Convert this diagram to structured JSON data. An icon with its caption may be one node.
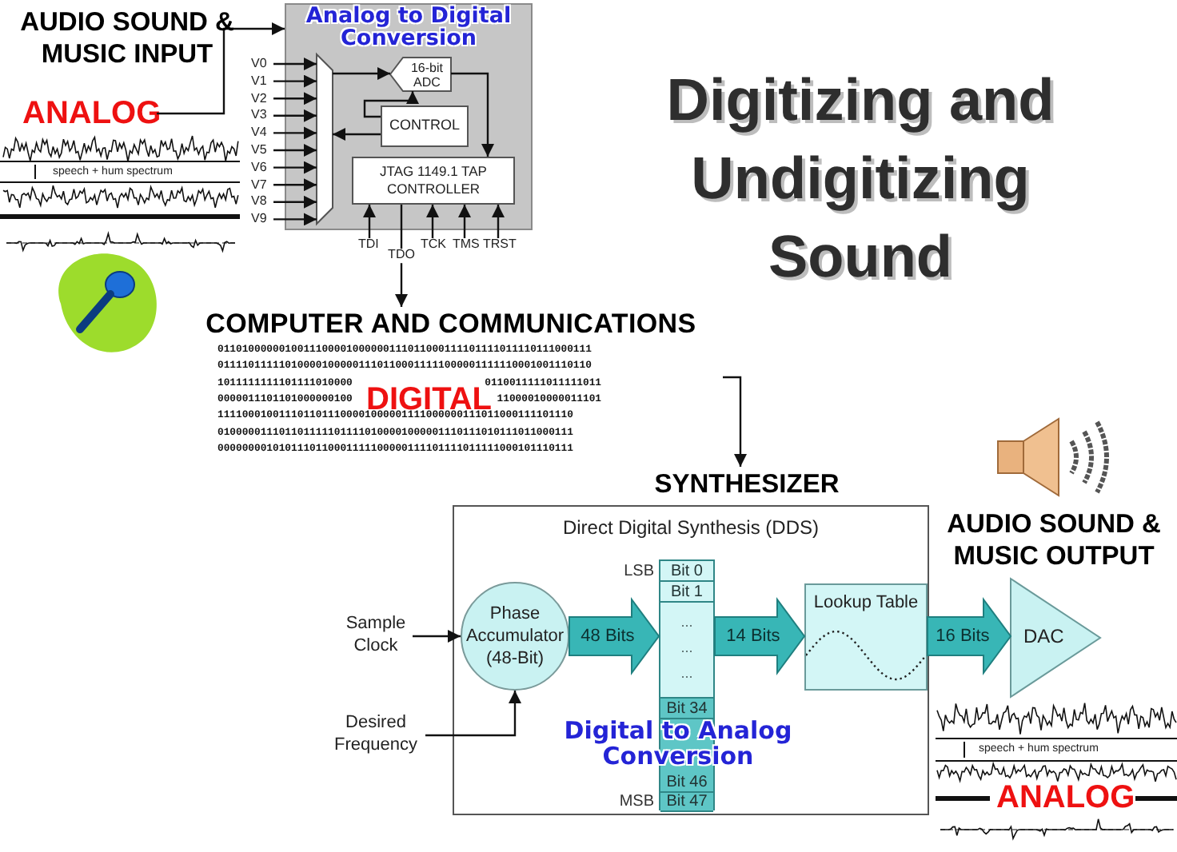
{
  "diagram": {
    "title": "Digitizing and Undigitizing Sound",
    "nodes": [
      {
        "text": [
          "Analog to Digital Conversion"
        ]
      },
      {
        "text": [
          "16-bit ADC"
        ],
        "in": 0
      },
      {
        "text": [
          "CONTROL"
        ],
        "in": 0
      },
      {
        "text": [
          "JTAG 1149.1 TAP CONTROLLER"
        ],
        "in": 0
      },
      {
        "text": [],
        "shape": "bar",
        "in": 0
      },
      {
        "text": [
          "ANALOG"
        ]
      },
      {
        "text": [
          "COMPUTER AND COMMUNICATIONS",
          "DIGITAL"
        ]
      },
      {
        "text": [
          "SYNTHESIZER",
          "Direct Digital Synthesis (DDS)"
        ]
      },
      {
        "text": [
          "Sample Clock"
        ]
      },
      {
        "text": [
          "Desired Frequency"
        ]
      },
      {
        "text": [
          "Phase Accumulator (48-Bit)"
        ],
        "in": 7
      },
      {
        "text": [
          "Bit 0",
          "Bit 1",
          "...",
          "...",
          "...",
          "Bit 34",
          "Bit 46",
          "Bit 47"
        ],
        "in": 7,
        "beside": [
          "LSB",
          "MSB"
        ]
      },
      {
        "text": [
          "Lookup Table"
        ],
        "in": 7
      },
      {
        "text": [
          "DAC"
        ]
      },
      {
        "text": [
          "V0"
        ]
      },
      {
        "text": [
          "V1"
        ]
      },
      {
        "text": [
          "V2"
        ]
      },
      {
        "text": [
          "V3"
        ]
      },
      {
        "text": [
          "V4"
        ]
      },
      {
        "text": [
          "V5"
        ]
      },
      {
        "text": [
          "V6"
        ]
      },
      {
        "text": [
          "V7"
        ]
      },
      {
        "text": [
          "V8"
        ]
      },
      {
        "text": [
          "V9"
        ]
      },
      {
        "text": [
          "TDI"
        ]
      },
      {
        "text": [
          "TCK"
        ]
      },
      {
        "text": [
          "TMS"
        ]
      },
      {
        "text": [
          "TRST"
        ]
      }
    ],
    "edges": [
      {
        "from": 5,
        "to": 0,
        "arrow": "to"
      },
      {
        "from": 14,
        "to": 4,
        "arrow": "to"
      },
      {
        "from": 15,
        "to": 4,
        "arrow": "to"
      },
      {
        "from": 16,
        "to": 4,
        "arrow": "to"
      },
      {
        "from": 17,
        "to": 4,
        "arrow": "to"
      },
      {
        "from": 18,
        "to": 4,
        "arrow": "to"
      },
      {
        "from": 19,
        "to": 4,
        "arrow": "to"
      },
      {
        "from": 20,
        "to": 4,
        "arrow": "to"
      },
      {
        "from": 21,
        "to": 4,
        "arrow": "to"
      },
      {
        "from": 22,
        "to": 4,
        "arrow": "to"
      },
      {
        "from": 23,
        "to": 4,
        "arrow": "to"
      },
      {
        "from": 4,
        "to": 1,
        "arrow": "to"
      },
      {
        "from": 1,
        "to": 3,
        "arrow": "to"
      },
      {
        "from": 2,
        "to": 4,
        "arrow": "to"
      },
      {
        "from": 2,
        "to": 1,
        "arrow": "to"
      },
      {
        "from": 24,
        "to": 3,
        "arrow": "to"
      },
      {
        "from": 25,
        "to": 3,
        "arrow": "to"
      },
      {
        "from": 26,
        "to": 3,
        "arrow": "to"
      },
      {
        "from": 27,
        "to": 3,
        "arrow": "to"
      },
      {
        "from": 3,
        "to": 6,
        "arrow": "to",
        "label": "TDO"
      },
      {
        "from": 6,
        "to": 7,
        "arrow": "to"
      },
      {
        "from": 8,
        "to": 10,
        "arrow": "to"
      },
      {
        "from": 9,
        "to": 10,
        "arrow": "to"
      },
      {
        "from": 10,
        "to": 11,
        "arrow": "to",
        "label": "48 Bits",
        "style": "thick",
        "color": "#38b6b6"
      },
      {
        "from": 11,
        "to": 12,
        "arrow": "to",
        "label": "14 Bits",
        "style": "thick",
        "color": "#38b6b6"
      },
      {
        "from": 12,
        "to": 13,
        "arrow": "to",
        "label": "16 Bits",
        "style": "thick",
        "color": "#38b6b6"
      }
    ],
    "labels": [
      "AUDIO SOUND & MUSIC INPUT",
      "speech + hum spectrum",
      "0110100000010011100001000000111011000111101111011110111000111",
      "0111101111101000010000011101100011111000001111110001001110110",
      "1011111111101111010000",
      "0110011111011111011",
      "0000011101101000000100",
      "11000010000011101",
      "1111000100111011011100001000001111000000111011000111101110",
      "0100000111011011111011110100001000001110111010111011000111",
      "0000000010101110110001111100000111101111011111000101110111",
      "Digital to Analog Conversion",
      "AUDIO SOUND & MUSIC OUTPUT",
      "speech + hum spectrum",
      "ANALOG"
    ]
  }
}
